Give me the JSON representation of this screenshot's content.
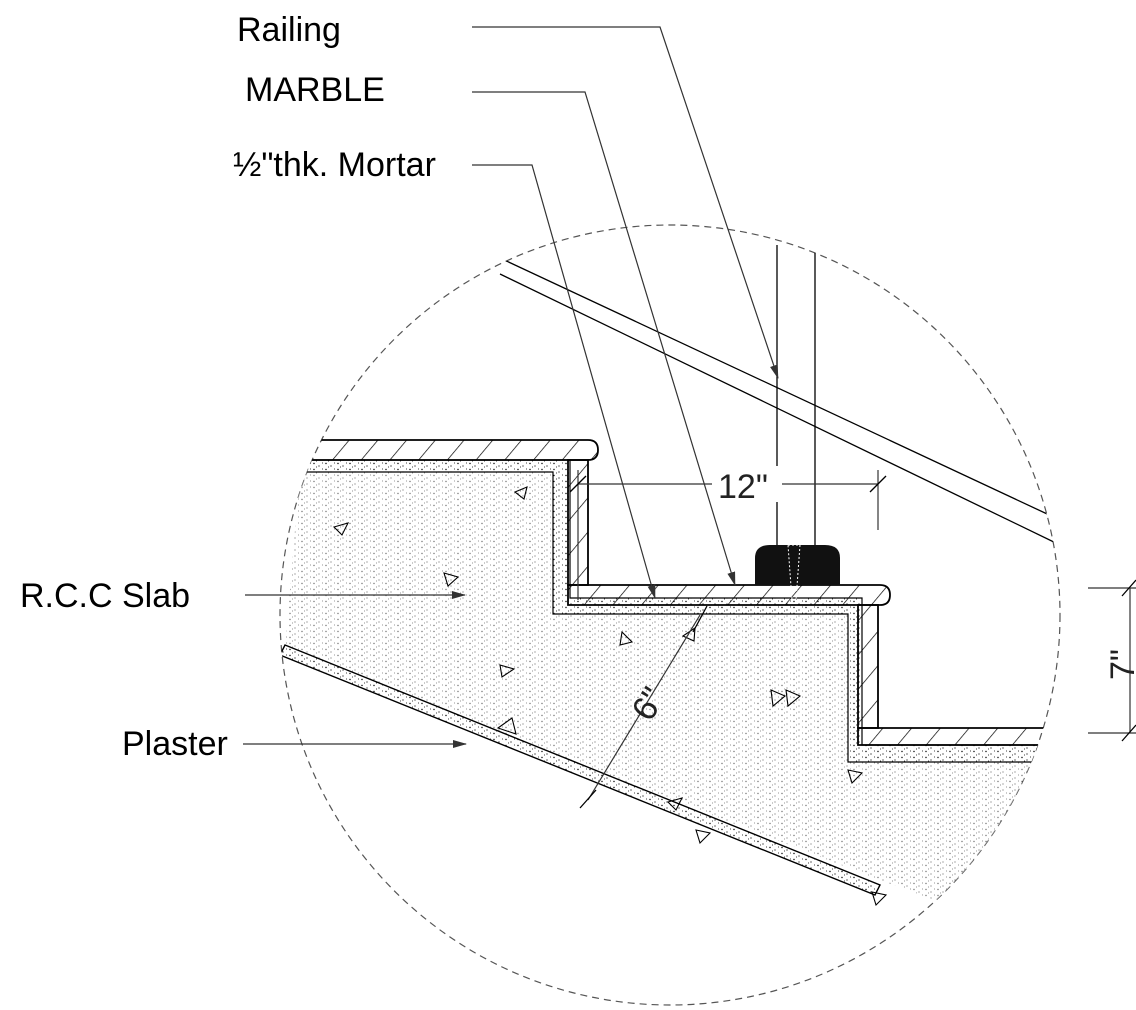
{
  "labels": {
    "railing": "Railing",
    "marble": "MARBLE",
    "mortar": "½\"thk. Mortar",
    "rcc_slab": "R.C.C Slab",
    "plaster": "Plaster"
  },
  "dimensions": {
    "tread": "12\"",
    "riser": "7\"",
    "waist": "6\""
  },
  "colors": {
    "line": "#000000",
    "dashed_circle": "#555555",
    "post_base": "#111111"
  }
}
